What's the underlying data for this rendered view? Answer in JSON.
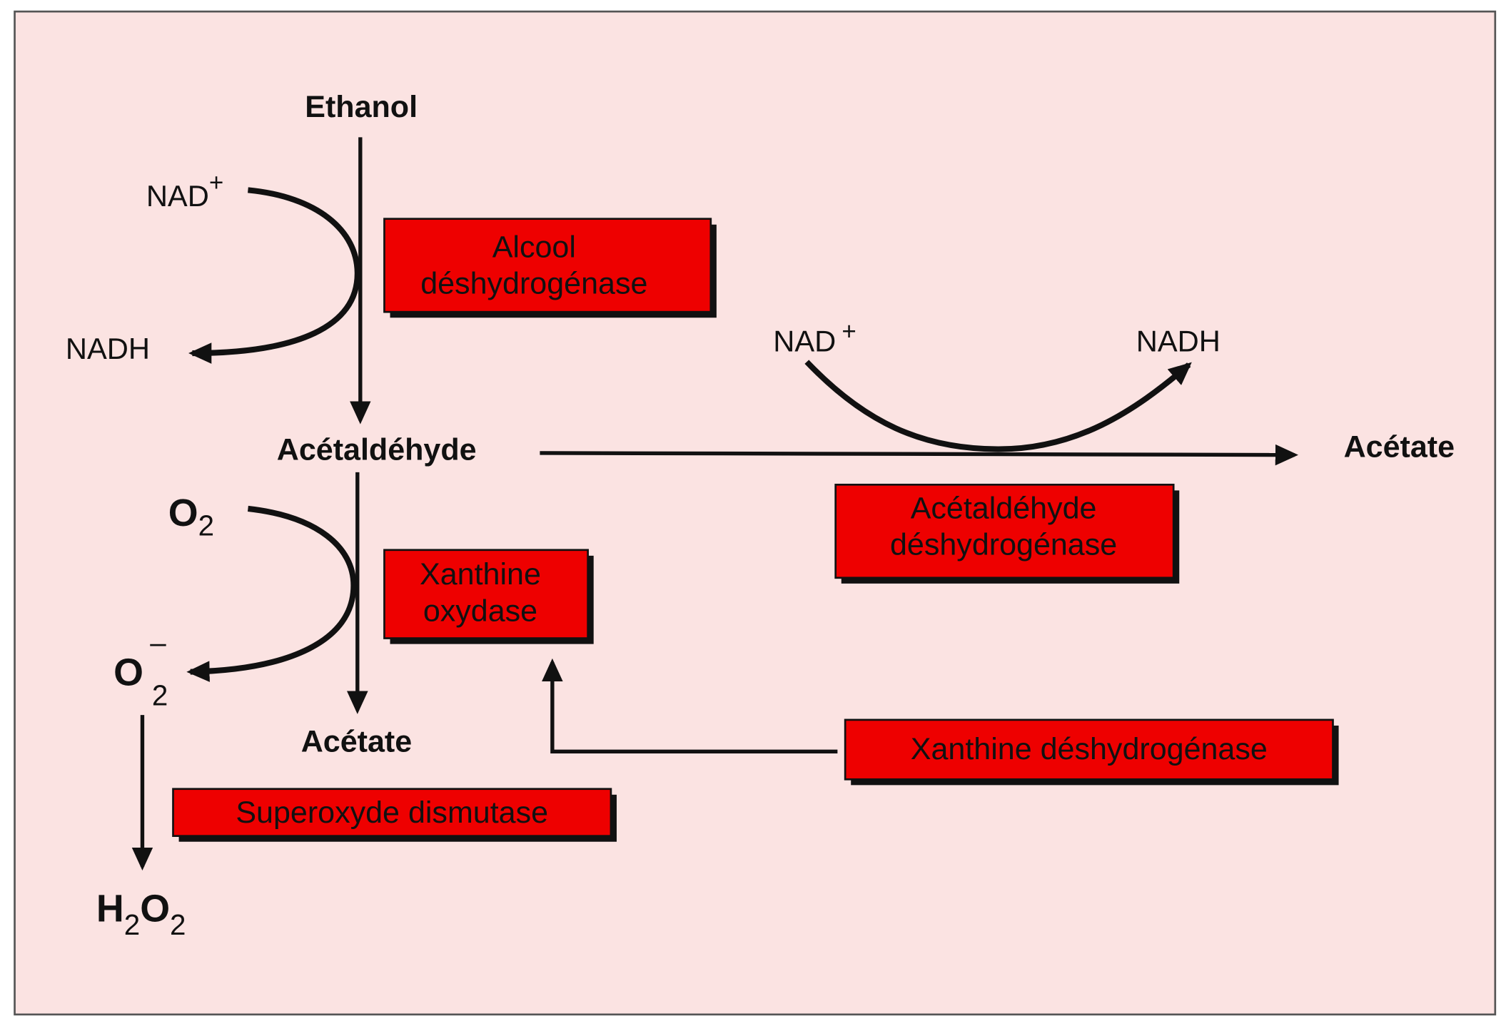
{
  "colors": {
    "background": "#fbe3e2",
    "enzyme_box": "#ee0000",
    "border": "#555555"
  },
  "metabolites": {
    "ethanol": "Ethanol",
    "acetaldehyde": "Acétaldéhyde",
    "acetate_right": "Acétate",
    "acetate_bottom": "Acétate",
    "o2": "O",
    "o2_sub": "2",
    "superoxide": "O",
    "superoxide_sub": "2",
    "superoxide_sup": "–",
    "h2o2_h": "H",
    "h2o2_sub1": "2",
    "h2o2_o": "O",
    "h2o2_sub2": "2"
  },
  "cofactors": {
    "nad_left": "NAD",
    "nad_left_sup": "+",
    "nadh_left": "NADH",
    "nad_right": "NAD",
    "nad_right_sup": "+",
    "nadh_right": "NADH"
  },
  "enzymes": {
    "alcohol_dh": [
      "Alcool",
      "déshydrogénase"
    ],
    "aldehyde_dh": [
      "Acétaldéhyde",
      "déshydrogénase"
    ],
    "xanthine_ox": [
      "Xanthine",
      "oxydase"
    ],
    "sod": "Superoxyde dismutase",
    "xanthine_dh": "Xanthine déshydrogénase"
  }
}
